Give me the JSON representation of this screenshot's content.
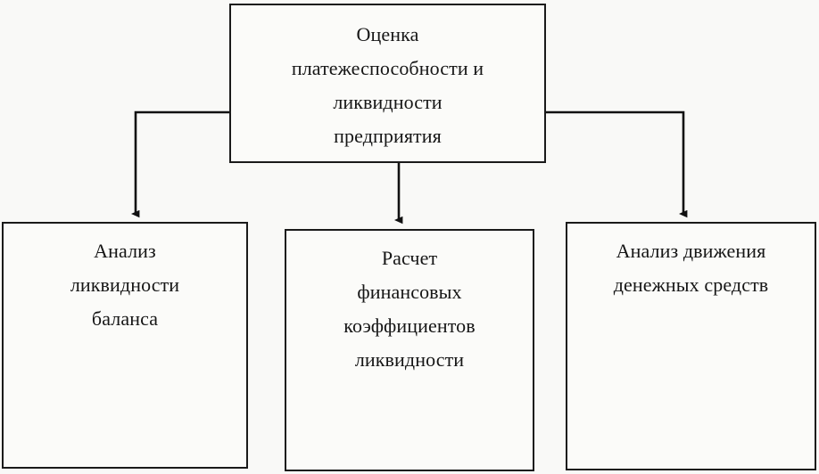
{
  "diagram": {
    "title_text": "Оценка платежеспособности и ликвидности предприятия",
    "background_color": "#f9f9f7",
    "line_color": "#1a1a1a",
    "text_color": "#161616",
    "nodes": {
      "root": {
        "label": "Оценка\nплатежеспособности и\nликвидности\nпредприятия",
        "lines": [
          "Оценка",
          "платежеспособности и",
          "ликвидности",
          "предприятия"
        ]
      },
      "balance": {
        "label": "Анализ\nликвидности\nбаланса",
        "lines": [
          "Анализ",
          "ликвидности",
          "баланса"
        ]
      },
      "ratios": {
        "label": "Расчет\nфинансовых\nкоэффициентов\nликвидности",
        "lines": [
          "Расчет",
          "финансовых",
          "коэффициентов",
          "ликвидности"
        ]
      },
      "cashflow": {
        "label": "Анализ движения\nденежных средств",
        "lines": [
          "Анализ движения",
          "денежных средств"
        ]
      }
    },
    "edges": [
      {
        "name": "root-to-balance",
        "from": "root",
        "to": "balance",
        "style": "elbow-left-arrow"
      },
      {
        "name": "root-to-ratios",
        "from": "root",
        "to": "ratios",
        "style": "straight-down-arrow"
      },
      {
        "name": "root-to-cashflow",
        "from": "root",
        "to": "cashflow",
        "style": "elbow-right-arrow"
      }
    ]
  }
}
